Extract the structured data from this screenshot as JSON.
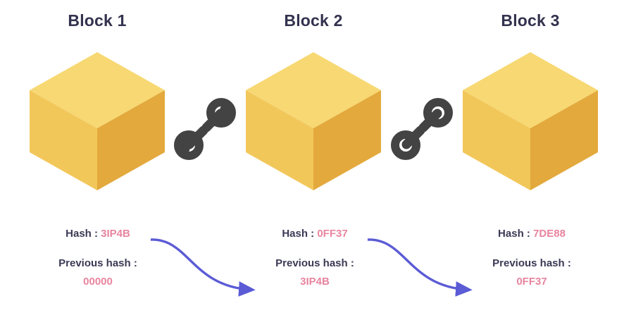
{
  "diagram": {
    "title_color": "#33324e",
    "hash_value_color": "#e8849e",
    "arrow_color": "#5b5bd6",
    "chain_icon_color": "#434343",
    "cube_top_color": "#f7d873",
    "cube_left_color": "#f2c75a",
    "cube_right_color": "#e3a93c",
    "labels": {
      "hash_label": "Hash :",
      "previous_hash_label": "Previous hash :"
    },
    "blocks": [
      {
        "title": "Block 1",
        "hash": "3IP4B",
        "previous_hash": "00000",
        "cube_icon": "cube-icon",
        "chain_icon": "chain-link-icon"
      },
      {
        "title": "Block 2",
        "hash": "0FF37",
        "previous_hash": "3IP4B",
        "cube_icon": "cube-icon",
        "chain_icon": "chain-link-icon"
      },
      {
        "title": "Block 3",
        "hash": "7DE88",
        "previous_hash": "0FF37",
        "cube_icon": "cube-icon"
      }
    ]
  }
}
